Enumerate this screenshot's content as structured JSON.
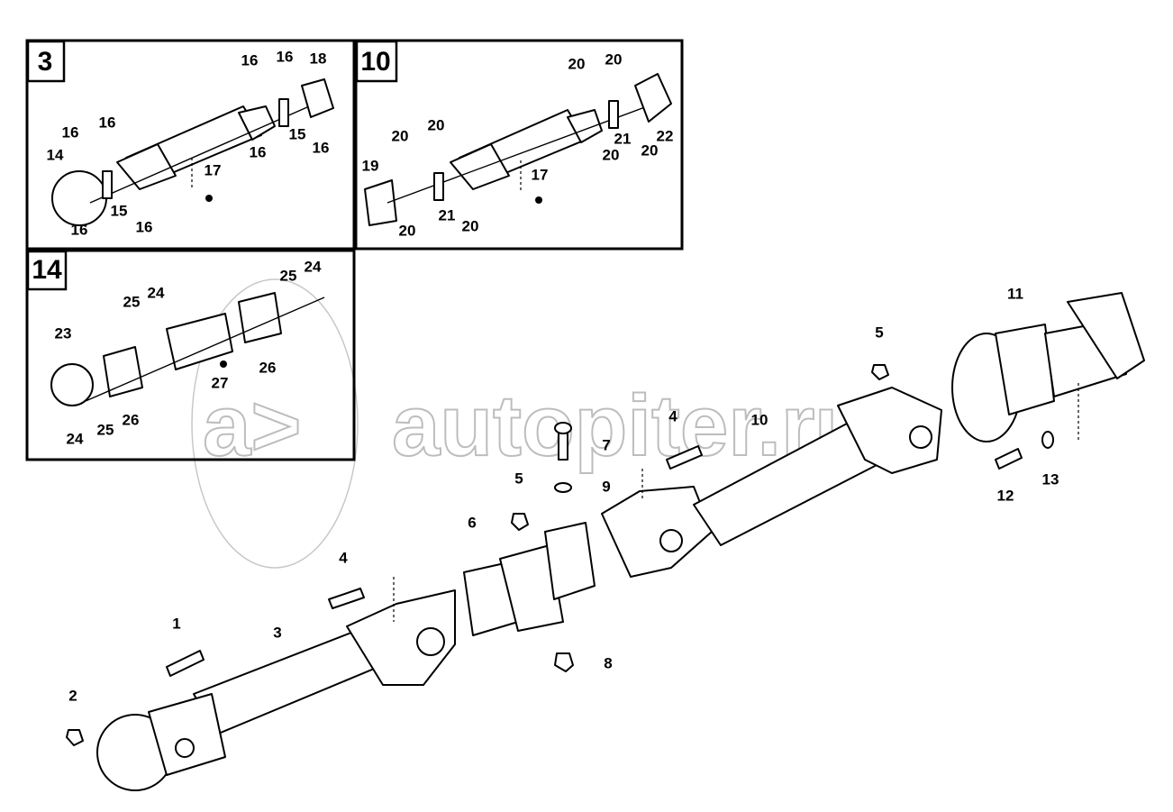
{
  "watermark": {
    "text": "autopiter.ru",
    "logo": "a>"
  },
  "insets": [
    {
      "title": "3",
      "labels": [
        "16",
        "16",
        "18",
        "16",
        "16",
        "14",
        "15",
        "16",
        "16",
        "17",
        "15",
        "16",
        "16"
      ]
    },
    {
      "title": "10",
      "labels": [
        "20",
        "20",
        "22",
        "21",
        "20",
        "20",
        "20",
        "20",
        "19",
        "17",
        "21",
        "20",
        "20"
      ]
    },
    {
      "title": "14",
      "labels": [
        "24",
        "25",
        "24",
        "25",
        "23",
        "26",
        "27",
        "26",
        "24",
        "25"
      ]
    }
  ],
  "main_labels": [
    "11",
    "5",
    "4",
    "10",
    "7",
    "9",
    "5",
    "6",
    "12",
    "13",
    "4",
    "8",
    "1",
    "3",
    "2"
  ]
}
